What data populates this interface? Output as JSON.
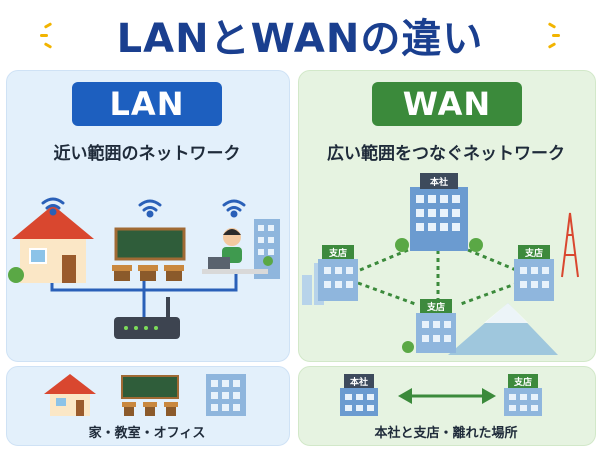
{
  "title": "LANとWANの違い",
  "lan": {
    "badge": "LAN",
    "subtitle": "近い範囲のネットワーク",
    "caption": "家・教室・オフィス",
    "color": "#1d5fbf"
  },
  "wan": {
    "badge": "WAN",
    "subtitle": "広い範囲をつなぐネットワーク",
    "caption": "本社と支店・離れた場所",
    "color": "#3b8a3b",
    "hq_label": "本社",
    "branch_label": "支店"
  }
}
